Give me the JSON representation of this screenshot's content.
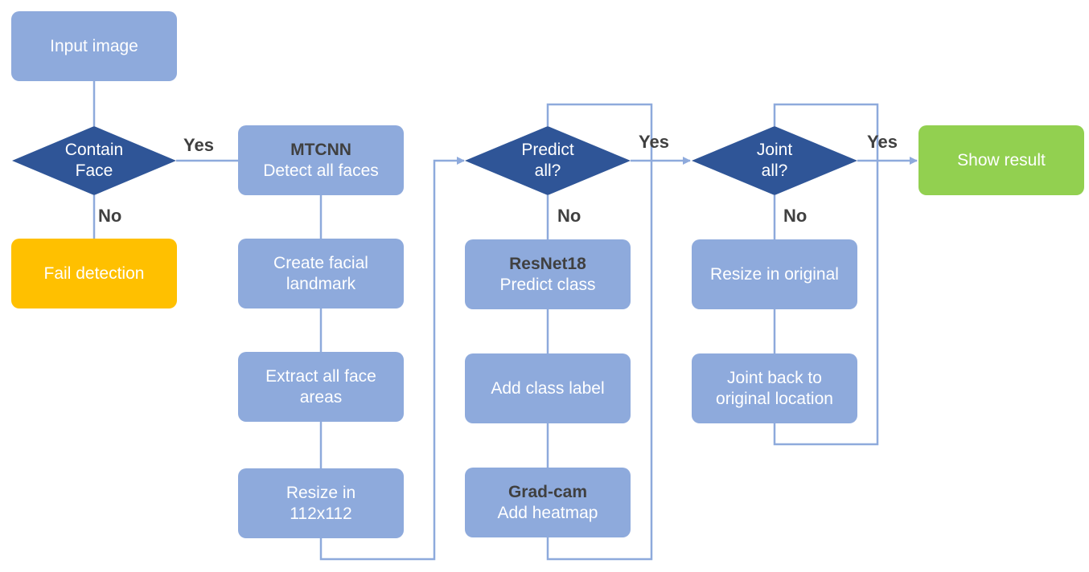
{
  "nodes": {
    "input_image": "Input image",
    "contain_face": [
      "Contain",
      "Face"
    ],
    "fail_detection": "Fail detection",
    "mtcnn": {
      "title": "MTCNN",
      "text": "Detect all faces"
    },
    "create_landmark": [
      "Create facial",
      "landmark"
    ],
    "extract_faces": [
      "Extract all face",
      "areas"
    ],
    "resize_112": [
      "Resize in",
      "112x112"
    ],
    "predict_all": [
      "Predict",
      "all?"
    ],
    "resnet": {
      "title": "ResNet18",
      "text": "Predict class"
    },
    "add_class_label": "Add class label",
    "gradcam": {
      "title": "Grad-cam",
      "text": "Add heatmap"
    },
    "joint_all": [
      "Joint",
      "all?"
    ],
    "resize_original": "Resize in original",
    "joint_back": [
      "Joint back to",
      "original location"
    ],
    "show_result": "Show result"
  },
  "edge_labels": {
    "face_yes": "Yes",
    "face_no": "No",
    "predict_yes": "Yes",
    "predict_no": "No",
    "joint_yes": "Yes",
    "joint_no": "No"
  },
  "colors": {
    "process": "#8eaadc",
    "decision": "#2f5597",
    "fail": "#ffc000",
    "success": "#92d050",
    "connector": "#8eaadc",
    "label": "#404040"
  }
}
